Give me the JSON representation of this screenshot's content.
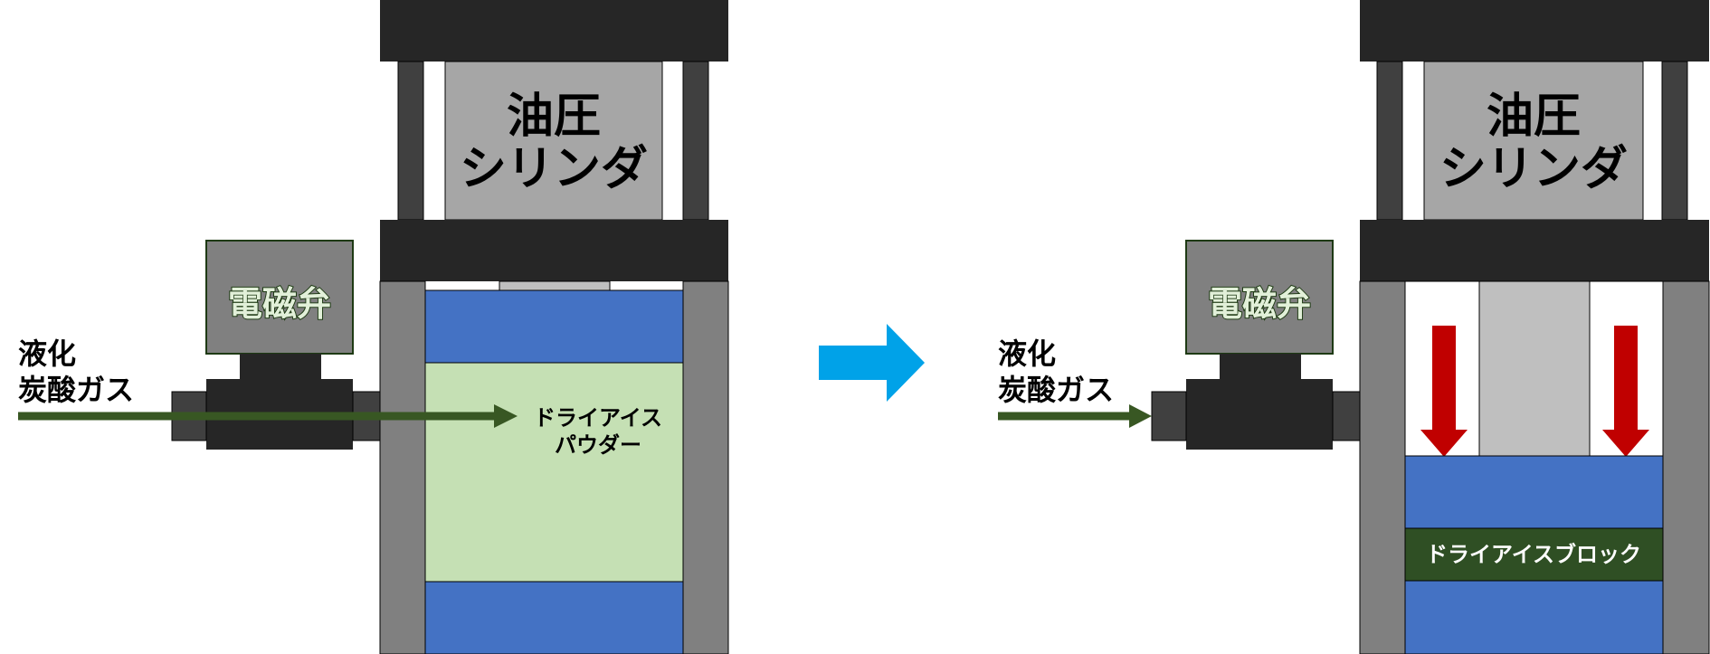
{
  "left_panel": {
    "cylinder_line1": "油圧",
    "cylinder_line2": "シリンダ",
    "valve_label": "電磁弁",
    "gas_line1": "液化",
    "gas_line2": "炭酸ガス",
    "powder_line1": "ドライアイス",
    "powder_line2": "パウダー"
  },
  "right_panel": {
    "cylinder_line1": "油圧",
    "cylinder_line2": "シリンダ",
    "valve_label": "電磁弁",
    "gas_line1": "液化",
    "gas_line2": "炭酸ガス",
    "block_label": "ドライアイスブロック"
  },
  "colors": {
    "frame_dark": "#262626",
    "column_gray": "#404040",
    "wall_gray": "#808080",
    "cylinder_gray": "#a6a6a6",
    "piston_light": "#bfbfbf",
    "blue": "#4472c4",
    "powder_green": "#c5e0b4",
    "block_green": "#2f4f24",
    "gas_arrow": "#385723",
    "press_arrow": "#c00000",
    "transition_arrow": "#00a2e8"
  }
}
